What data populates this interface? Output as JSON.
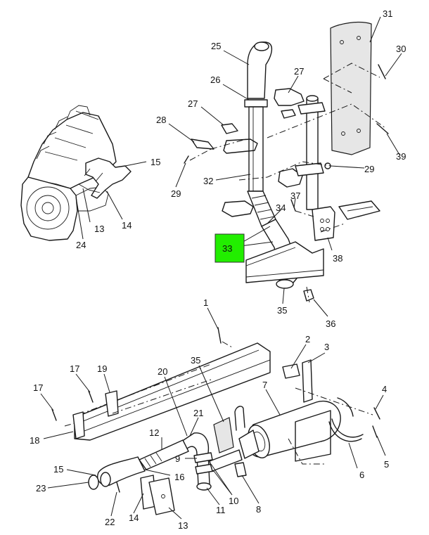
{
  "callouts": {
    "c31": "31",
    "c30": "30",
    "c25": "25",
    "c26": "26",
    "c27a": "27",
    "c27b": "27",
    "c28": "28",
    "c15a": "15",
    "c29a": "29",
    "c32": "32",
    "c29b": "29",
    "c39": "39",
    "c37": "37",
    "c34": "34",
    "c13a": "13",
    "c14a": "14",
    "c24": "24",
    "c33": "33",
    "c38": "38",
    "c35a": "35",
    "c36": "36",
    "c1": "1",
    "c2": "2",
    "c3": "3",
    "c17a": "17",
    "c19": "19",
    "c20": "20",
    "c35b": "35",
    "c7": "7",
    "c17b": "17",
    "c4": "4",
    "c18": "18",
    "c21": "21",
    "c12": "12",
    "c9": "9",
    "c15b": "15",
    "c16": "16",
    "c6": "6",
    "c5": "5",
    "c23": "23",
    "c10": "10",
    "c11": "11",
    "c8": "8",
    "c22": "22",
    "c14b": "14",
    "c13b": "13"
  },
  "highlight": {
    "color": "#22ee00",
    "label": "33"
  }
}
